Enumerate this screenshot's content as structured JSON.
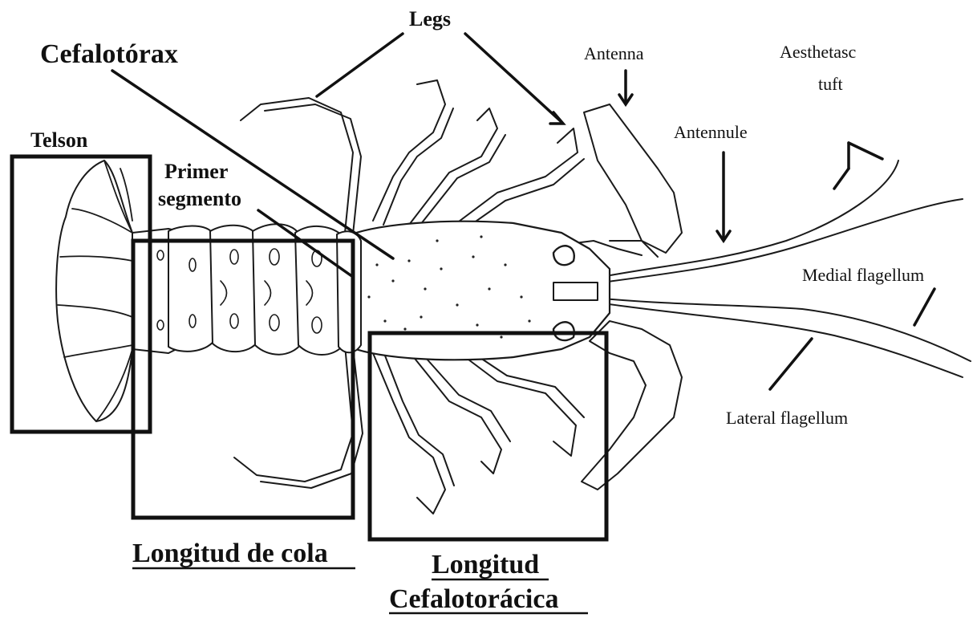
{
  "labels": {
    "legs": "Legs",
    "cefalotorax": "Cefalotórax",
    "antenna": "Antenna",
    "aesthetasc_line1": "Aesthetasc",
    "aesthetasc_line2": "tuft",
    "telson": "Telson",
    "primer_line1": "Primer",
    "primer_line2": "segmento",
    "antennule": "Antennule",
    "medial_flagellum": "Medial flagellum",
    "lateral_flagellum": "Lateral flagellum",
    "longitud_cola": "Longitud de cola",
    "longitud_ceph_line1": "Longitud",
    "longitud_ceph_line2": "Cefalotorácica"
  },
  "colors": {
    "ink": "#1a1a1a",
    "background": "#ffffff"
  }
}
